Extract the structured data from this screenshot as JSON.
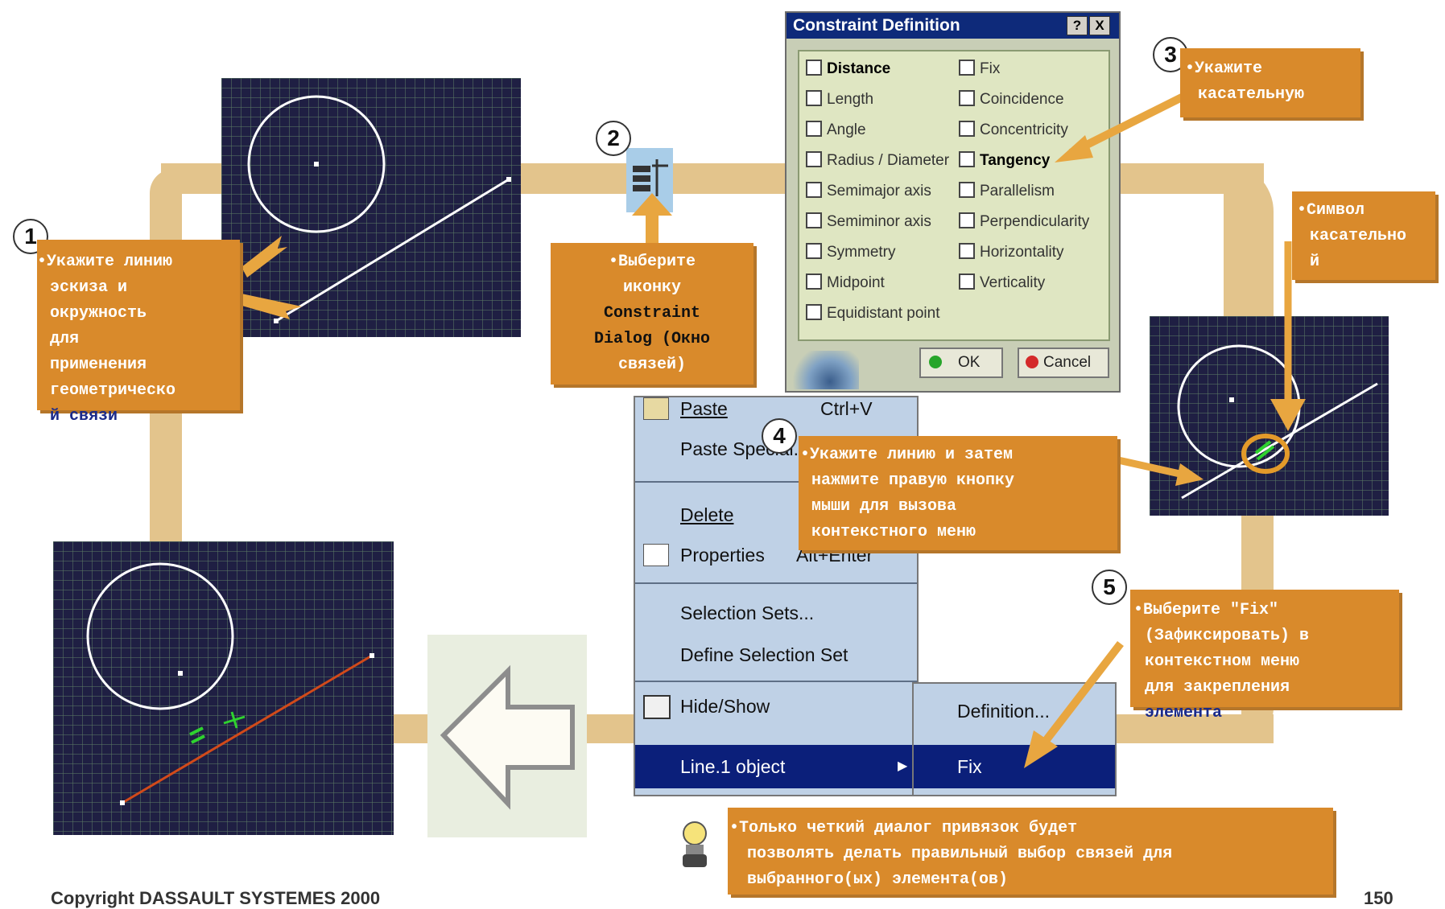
{
  "dialog": {
    "title": "Constraint Definition",
    "help": "?",
    "close": "X",
    "left_options": [
      "Distance",
      "Length",
      "Angle",
      "Radius / Diameter",
      "Semimajor axis",
      "Semiminor axis",
      "Symmetry",
      "Midpoint",
      "Equidistant point"
    ],
    "right_options": [
      "Fix",
      "Coincidence",
      "Concentricity",
      "Tangency",
      "Parallelism",
      "Perpendicularity",
      "Horizontality",
      "Verticality"
    ],
    "ok": "OK",
    "cancel": "Cancel"
  },
  "context_menu": {
    "paste": "Paste",
    "paste_shortcut": "Ctrl+V",
    "paste_special": "Paste Special...",
    "delete": "Delete",
    "properties": "Properties",
    "properties_shortcut": "Alt+Enter",
    "selection_sets": "Selection Sets...",
    "define_selection_set": "Define Selection Set",
    "hide_show": "Hide/Show",
    "object": "Line.1 object",
    "submenu_definition": "Definition...",
    "submenu_fix": "Fix"
  },
  "steps": {
    "n1": "1",
    "n2": "2",
    "n3": "3",
    "n4": "4",
    "n5": "5"
  },
  "callouts": {
    "c1": [
      "•Укажите линию",
      "эскиза и",
      "окружность",
      "для",
      "применения",
      "геометрическо",
      "й связи"
    ],
    "c2": [
      "•Выберите",
      "иконку",
      "Constraint",
      "Dialog (Окно",
      "связей)"
    ],
    "c3": [
      "•Укажите",
      "касательную"
    ],
    "c_symbol": [
      "•Символ",
      "касательно",
      "й"
    ],
    "c4": [
      "•Укажите линию и затем",
      "нажмите правую кнопку",
      "мыши для вызова",
      "контекстного меню"
    ],
    "c5": [
      "•Выберите \"Fix\"",
      "(Зафиксировать) в",
      "контекстном меню",
      "для закрепления",
      "элемента"
    ],
    "tip": [
      "•Только четкий диалог привязок будет",
      "позволять делать правильный выбор связей для",
      "выбранного(ых) элемента(ов)"
    ]
  },
  "footer": {
    "copyright": "Copyright DASSAULT SYSTEMES 2000",
    "page": "150"
  },
  "colors": {
    "callout": "#d98a2b",
    "track": "#e3c48c",
    "canvas": "#1f1f43",
    "title_bar": "#0e2a7a",
    "menu_highlight": "#0b1f7a",
    "constraint_line": "#d24a1a"
  }
}
